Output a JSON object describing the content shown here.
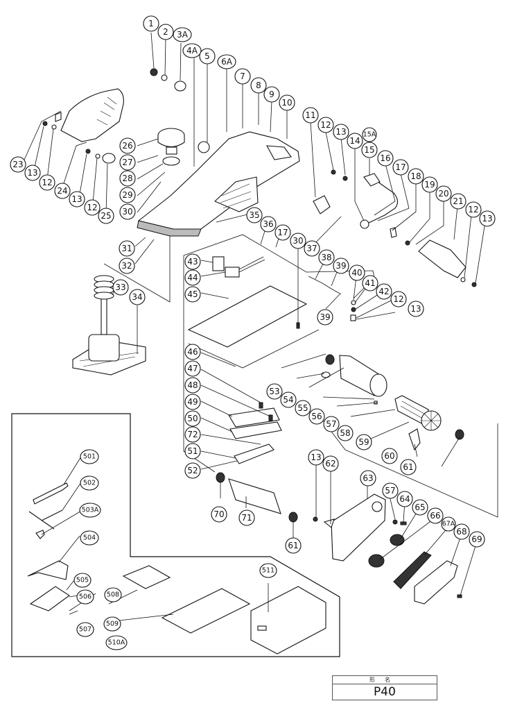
{
  "diagram": {
    "title_block": {
      "header": "形名",
      "model": "P40"
    },
    "callouts": [
      {
        "id": "c1",
        "label": "1"
      },
      {
        "id": "c2",
        "label": "2"
      },
      {
        "id": "c3A",
        "label": "3A"
      },
      {
        "id": "c4A",
        "label": "4A"
      },
      {
        "id": "c5",
        "label": "5"
      },
      {
        "id": "c6A",
        "label": "6A"
      },
      {
        "id": "c7",
        "label": "7"
      },
      {
        "id": "c8",
        "label": "8"
      },
      {
        "id": "c9",
        "label": "9"
      },
      {
        "id": "c10",
        "label": "10"
      },
      {
        "id": "c11",
        "label": "11"
      },
      {
        "id": "c12a",
        "label": "12"
      },
      {
        "id": "c13a",
        "label": "13"
      },
      {
        "id": "c14",
        "label": "14"
      },
      {
        "id": "c15A",
        "label": "15A"
      },
      {
        "id": "c15",
        "label": "15"
      },
      {
        "id": "c16",
        "label": "16"
      },
      {
        "id": "c17",
        "label": "17"
      },
      {
        "id": "c18",
        "label": "18"
      },
      {
        "id": "c19",
        "label": "19"
      },
      {
        "id": "c20",
        "label": "20"
      },
      {
        "id": "c21",
        "label": "21"
      },
      {
        "id": "c12b",
        "label": "12"
      },
      {
        "id": "c13b",
        "label": "13"
      },
      {
        "id": "c23",
        "label": "23"
      },
      {
        "id": "c13c",
        "label": "13"
      },
      {
        "id": "c12c",
        "label": "12"
      },
      {
        "id": "c24",
        "label": "24"
      },
      {
        "id": "c13d",
        "label": "13"
      },
      {
        "id": "c12d",
        "label": "12"
      },
      {
        "id": "c25",
        "label": "25"
      },
      {
        "id": "c26",
        "label": "26"
      },
      {
        "id": "c27",
        "label": "27"
      },
      {
        "id": "c28",
        "label": "28"
      },
      {
        "id": "c29",
        "label": "29"
      },
      {
        "id": "c30a",
        "label": "30"
      },
      {
        "id": "c31",
        "label": "31"
      },
      {
        "id": "c32",
        "label": "32"
      },
      {
        "id": "c33",
        "label": "33"
      },
      {
        "id": "c34",
        "label": "34"
      },
      {
        "id": "c35",
        "label": "35"
      },
      {
        "id": "c36",
        "label": "36"
      },
      {
        "id": "c17b",
        "label": "17"
      },
      {
        "id": "c30b",
        "label": "30"
      },
      {
        "id": "c37",
        "label": "37"
      },
      {
        "id": "c38",
        "label": "38"
      },
      {
        "id": "c39a",
        "label": "39"
      },
      {
        "id": "c40",
        "label": "40"
      },
      {
        "id": "c41",
        "label": "41"
      },
      {
        "id": "c42",
        "label": "42"
      },
      {
        "id": "c12e",
        "label": "12"
      },
      {
        "id": "c13e",
        "label": "13"
      },
      {
        "id": "c39b",
        "label": "39"
      },
      {
        "id": "c43",
        "label": "43"
      },
      {
        "id": "c44",
        "label": "44"
      },
      {
        "id": "c45",
        "label": "45"
      },
      {
        "id": "c46",
        "label": "46"
      },
      {
        "id": "c47",
        "label": "47"
      },
      {
        "id": "c48",
        "label": "48"
      },
      {
        "id": "c49",
        "label": "49"
      },
      {
        "id": "c50",
        "label": "50"
      },
      {
        "id": "c72",
        "label": "72"
      },
      {
        "id": "c51",
        "label": "51"
      },
      {
        "id": "c52",
        "label": "52"
      },
      {
        "id": "c70",
        "label": "70"
      },
      {
        "id": "c71",
        "label": "71"
      },
      {
        "id": "c53",
        "label": "53"
      },
      {
        "id": "c54",
        "label": "54"
      },
      {
        "id": "c55",
        "label": "55"
      },
      {
        "id": "c56",
        "label": "56"
      },
      {
        "id": "c57a",
        "label": "57"
      },
      {
        "id": "c58",
        "label": "58"
      },
      {
        "id": "c59",
        "label": "59"
      },
      {
        "id": "c60",
        "label": "60"
      },
      {
        "id": "c61a",
        "label": "61"
      },
      {
        "id": "c13f",
        "label": "13"
      },
      {
        "id": "c62",
        "label": "62"
      },
      {
        "id": "c63",
        "label": "63"
      },
      {
        "id": "c57b",
        "label": "57"
      },
      {
        "id": "c64",
        "label": "64"
      },
      {
        "id": "c65",
        "label": "65"
      },
      {
        "id": "c66",
        "label": "66"
      },
      {
        "id": "c67A",
        "label": "67A"
      },
      {
        "id": "c68",
        "label": "68"
      },
      {
        "id": "c69",
        "label": "69"
      },
      {
        "id": "c61b",
        "label": "61"
      },
      {
        "id": "c501",
        "label": "501"
      },
      {
        "id": "c502",
        "label": "502"
      },
      {
        "id": "c503A",
        "label": "503A"
      },
      {
        "id": "c504",
        "label": "504"
      },
      {
        "id": "c505",
        "label": "505"
      },
      {
        "id": "c506",
        "label": "506"
      },
      {
        "id": "c507",
        "label": "507"
      },
      {
        "id": "c508",
        "label": "508"
      },
      {
        "id": "c509",
        "label": "509"
      },
      {
        "id": "c510A",
        "label": "510A"
      },
      {
        "id": "c511",
        "label": "511"
      }
    ]
  }
}
